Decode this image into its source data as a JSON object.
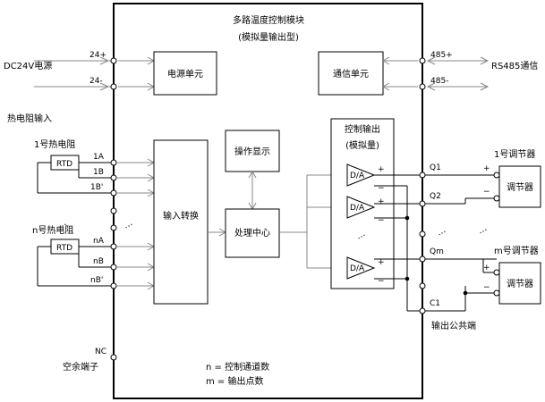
{
  "module": {
    "title_line1": "多路温度控制模块",
    "title_line2": "(模拟量输出型)"
  },
  "power": {
    "source": "DC24V电源",
    "plus": "24+",
    "minus": "24-",
    "unit": "电源单元"
  },
  "comm": {
    "unit": "通信单元",
    "plus": "485+",
    "minus": "485-",
    "label": "RS485通信"
  },
  "rtd": {
    "heading": "热电阻输入",
    "sensor1": "1号热电阻",
    "sensorN": "n号热电阻",
    "rtd_label": "RTD",
    "ch1": [
      "1A",
      "1B",
      "1B'"
    ],
    "chN": [
      "nA",
      "nB",
      "nB'"
    ]
  },
  "blocks": {
    "input_convert": "输入转换",
    "operate_display": "操作显示",
    "cpu": "处理中心"
  },
  "output": {
    "title_line1": "控制输出",
    "title_line2": "(模拟量)",
    "da_label": "D/A",
    "plus_sign": "+",
    "minus_sign": "−",
    "q1": "Q1",
    "q2": "Q2",
    "qm": "Qm",
    "c1": "C1",
    "common": "输出公共端"
  },
  "regulators": {
    "reg1_name": "1号调节器",
    "regm_name": "m号调节器",
    "box_label": "调节器",
    "plus_sign": "+",
    "minus_sign": "−"
  },
  "nc": {
    "label": "NC",
    "desc": "空余端子"
  },
  "legend": {
    "n_def": "n = 控制通道数",
    "m_def": "m = 输出点数"
  }
}
